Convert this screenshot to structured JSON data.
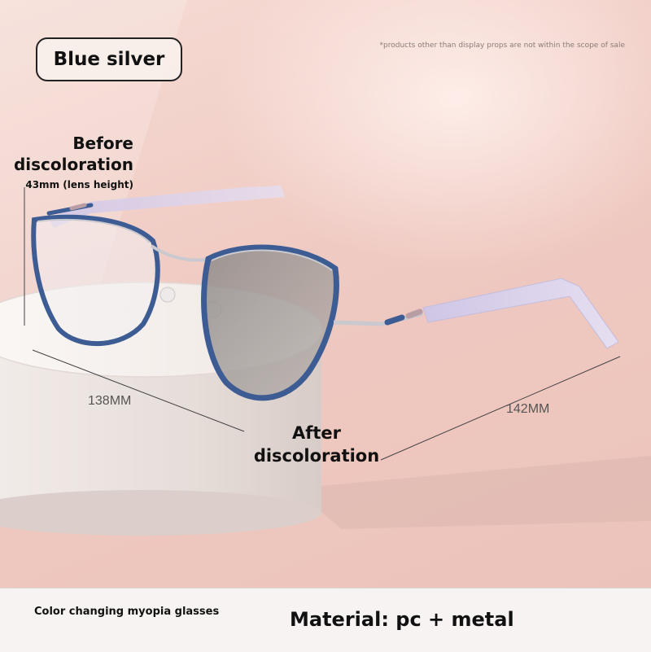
{
  "labels": {
    "color_option": "Blue silver",
    "disclaimer": "*products other than display props are not within the scope of sale",
    "before_title": "Before discoloration",
    "lens_height": "43mm (lens height)",
    "after_title": "After discoloration",
    "frame_width": "138MM",
    "temple_length": "142MM"
  },
  "footer": {
    "product_name": "Color changing myopia glasses",
    "material": "Material: pc + metal"
  },
  "colors": {
    "background": "#f2d3cc",
    "frame_blue": "#3d5c93",
    "frame_silver": "#c9c9cf",
    "temple_lavender": "#d9d2ea",
    "pedestal": "#f7f3f0",
    "footer_bg": "#f6f3f2"
  }
}
